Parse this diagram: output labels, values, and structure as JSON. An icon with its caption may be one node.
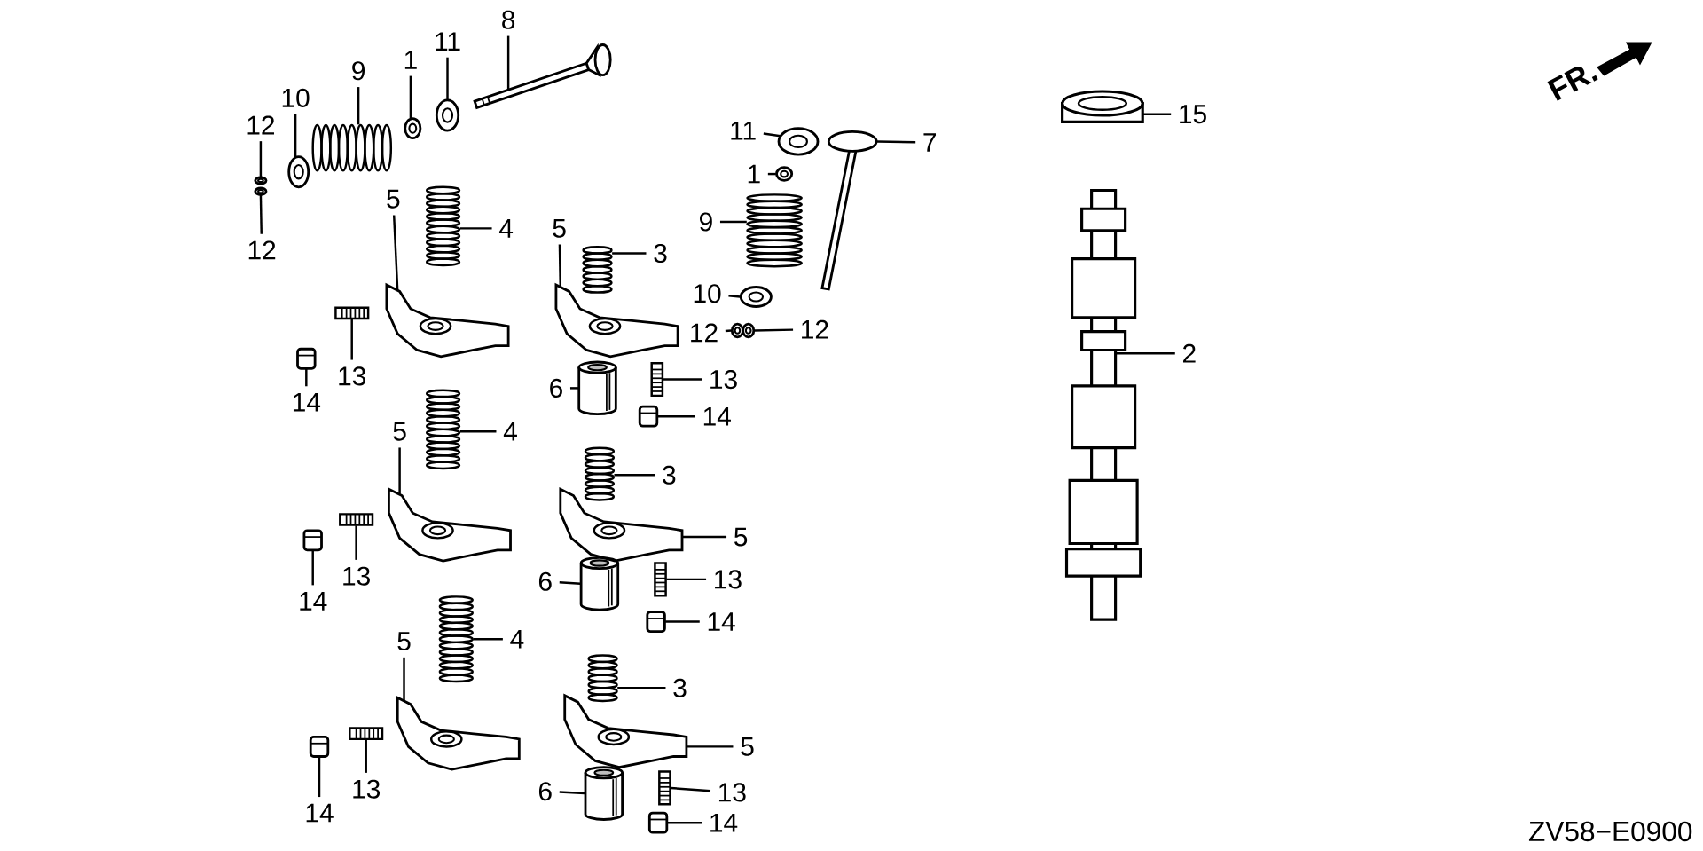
{
  "diagram": {
    "nodes": [
      {
        "text": [
          "12"
        ]
      },
      {
        "text": [
          "12"
        ]
      },
      {
        "text": [
          "10"
        ]
      },
      {
        "text": [
          "9"
        ]
      },
      {
        "text": [
          "1"
        ]
      },
      {
        "text": [
          "11"
        ]
      },
      {
        "text": [
          "8"
        ]
      },
      {
        "text": [
          "4"
        ]
      },
      {
        "text": [
          "5"
        ]
      },
      {
        "text": [
          "13"
        ]
      },
      {
        "text": [
          "14"
        ]
      },
      {
        "text": [
          "5"
        ]
      },
      {
        "text": [
          "3"
        ]
      },
      {
        "text": [
          "6"
        ]
      },
      {
        "text": [
          "13"
        ]
      },
      {
        "text": [
          "14"
        ]
      },
      {
        "text": [
          "11"
        ]
      },
      {
        "text": [
          "1"
        ]
      },
      {
        "text": [
          "9"
        ]
      },
      {
        "text": [
          "10"
        ]
      },
      {
        "text": [
          "12"
        ]
      },
      {
        "text": [
          "12"
        ]
      },
      {
        "text": [
          "7"
        ]
      },
      {
        "text": [
          "15"
        ]
      },
      {
        "text": [
          "2"
        ]
      },
      {
        "text": [
          "4"
        ]
      },
      {
        "text": [
          "5"
        ]
      },
      {
        "text": [
          "13"
        ]
      },
      {
        "text": [
          "14"
        ]
      },
      {
        "text": [
          "3"
        ]
      },
      {
        "text": [
          "5"
        ]
      },
      {
        "text": [
          "6"
        ]
      },
      {
        "text": [
          "13"
        ]
      },
      {
        "text": [
          "14"
        ]
      },
      {
        "text": [
          "4"
        ]
      },
      {
        "text": [
          "5"
        ]
      },
      {
        "text": [
          "13"
        ]
      },
      {
        "text": [
          "14"
        ]
      },
      {
        "text": [
          "3"
        ]
      },
      {
        "text": [
          "5"
        ]
      },
      {
        "text": [
          "6"
        ]
      },
      {
        "text": [
          "13"
        ]
      },
      {
        "text": [
          "14"
        ]
      },
      {
        "text": [],
        "shape": "picture"
      },
      {
        "text": [],
        "shape": "picture"
      },
      {
        "text": [],
        "shape": "picture"
      },
      {
        "text": [],
        "shape": "picture"
      },
      {
        "text": [],
        "shape": "picture"
      },
      {
        "text": [],
        "shape": "picture"
      },
      {
        "text": [],
        "shape": "picture"
      },
      {
        "text": [],
        "shape": "picture"
      },
      {
        "text": [],
        "shape": "picture"
      },
      {
        "text": [],
        "shape": "picture"
      },
      {
        "text": [],
        "shape": "picture"
      },
      {
        "text": [],
        "shape": "picture"
      },
      {
        "text": [],
        "shape": "picture"
      },
      {
        "text": [],
        "shape": "picture"
      },
      {
        "text": [],
        "shape": "picture"
      },
      {
        "text": [],
        "shape": "picture"
      },
      {
        "text": [],
        "shape": "picture"
      },
      {
        "text": [],
        "shape": "picture"
      },
      {
        "text": [],
        "shape": "picture"
      },
      {
        "text": [],
        "shape": "picture"
      },
      {
        "text": [],
        "shape": "picture"
      },
      {
        "text": [],
        "shape": "picture"
      },
      {
        "text": [],
        "shape": "picture"
      },
      {
        "text": [],
        "shape": "picture"
      },
      {
        "text": [],
        "shape": "picture"
      },
      {
        "text": [],
        "shape": "picture"
      },
      {
        "text": [],
        "shape": "picture"
      },
      {
        "text": [],
        "shape": "picture"
      },
      {
        "text": [],
        "shape": "picture"
      },
      {
        "text": [],
        "shape": "picture"
      },
      {
        "text": [],
        "shape": "picture"
      },
      {
        "text": [],
        "shape": "picture"
      },
      {
        "text": [],
        "shape": "picture"
      },
      {
        "text": [],
        "shape": "picture"
      },
      {
        "text": [],
        "shape": "picture"
      },
      {
        "text": [],
        "shape": "picture"
      },
      {
        "text": [],
        "shape": "picture"
      },
      {
        "text": [],
        "shape": "picture"
      },
      {
        "text": [],
        "shape": "picture"
      },
      {
        "text": [],
        "shape": "picture"
      },
      {
        "text": [],
        "shape": "picture"
      },
      {
        "text": [],
        "shape": "picture"
      },
      {
        "text": [],
        "shape": "picture"
      }
    ],
    "edges": [
      {
        "from": 0,
        "to": 43,
        "arrow": "none"
      },
      {
        "from": 1,
        "to": 44,
        "arrow": "none"
      },
      {
        "from": 2,
        "to": 45,
        "arrow": "none"
      },
      {
        "from": 3,
        "to": 46,
        "arrow": "none"
      },
      {
        "from": 4,
        "to": 47,
        "arrow": "none"
      },
      {
        "from": 5,
        "to": 48,
        "arrow": "none"
      },
      {
        "from": 6,
        "to": 49,
        "arrow": "none"
      },
      {
        "from": 7,
        "to": 50,
        "arrow": "none"
      },
      {
        "from": 8,
        "to": 51,
        "arrow": "none"
      },
      {
        "from": 9,
        "to": 52,
        "arrow": "none"
      },
      {
        "from": 10,
        "to": 53,
        "arrow": "none"
      },
      {
        "from": 11,
        "to": 54,
        "arrow": "none"
      },
      {
        "from": 12,
        "to": 55,
        "arrow": "none"
      },
      {
        "from": 13,
        "to": 56,
        "arrow": "none"
      },
      {
        "from": 14,
        "to": 57,
        "arrow": "none"
      },
      {
        "from": 15,
        "to": 58,
        "arrow": "none"
      },
      {
        "from": 16,
        "to": 59,
        "arrow": "none"
      },
      {
        "from": 17,
        "to": 60,
        "arrow": "none"
      },
      {
        "from": 18,
        "to": 61,
        "arrow": "none"
      },
      {
        "from": 19,
        "to": 62,
        "arrow": "none"
      },
      {
        "from": 20,
        "to": 63,
        "arrow": "none"
      },
      {
        "from": 21,
        "to": 64,
        "arrow": "none"
      },
      {
        "from": 22,
        "to": 65,
        "arrow": "none"
      },
      {
        "from": 23,
        "to": 66,
        "arrow": "none"
      },
      {
        "from": 24,
        "to": 67,
        "arrow": "none"
      },
      {
        "from": 25,
        "to": 68,
        "arrow": "none"
      },
      {
        "from": 26,
        "to": 69,
        "arrow": "none"
      },
      {
        "from": 27,
        "to": 70,
        "arrow": "none"
      },
      {
        "from": 28,
        "to": 71,
        "arrow": "none"
      },
      {
        "from": 29,
        "to": 72,
        "arrow": "none"
      },
      {
        "from": 30,
        "to": 73,
        "arrow": "none"
      },
      {
        "from": 31,
        "to": 74,
        "arrow": "none"
      },
      {
        "from": 32,
        "to": 75,
        "arrow": "none"
      },
      {
        "from": 33,
        "to": 76,
        "arrow": "none"
      },
      {
        "from": 34,
        "to": 77,
        "arrow": "none"
      },
      {
        "from": 35,
        "to": 78,
        "arrow": "none"
      },
      {
        "from": 36,
        "to": 79,
        "arrow": "none"
      },
      {
        "from": 37,
        "to": 80,
        "arrow": "none"
      },
      {
        "from": 38,
        "to": 81,
        "arrow": "none"
      },
      {
        "from": 39,
        "to": 82,
        "arrow": "none"
      },
      {
        "from": 40,
        "to": 83,
        "arrow": "none"
      },
      {
        "from": 41,
        "to": 84,
        "arrow": "none"
      },
      {
        "from": 42,
        "to": 85,
        "arrow": "none"
      }
    ],
    "labels": [
      "FR.",
      "ZV58−E0900"
    ]
  }
}
